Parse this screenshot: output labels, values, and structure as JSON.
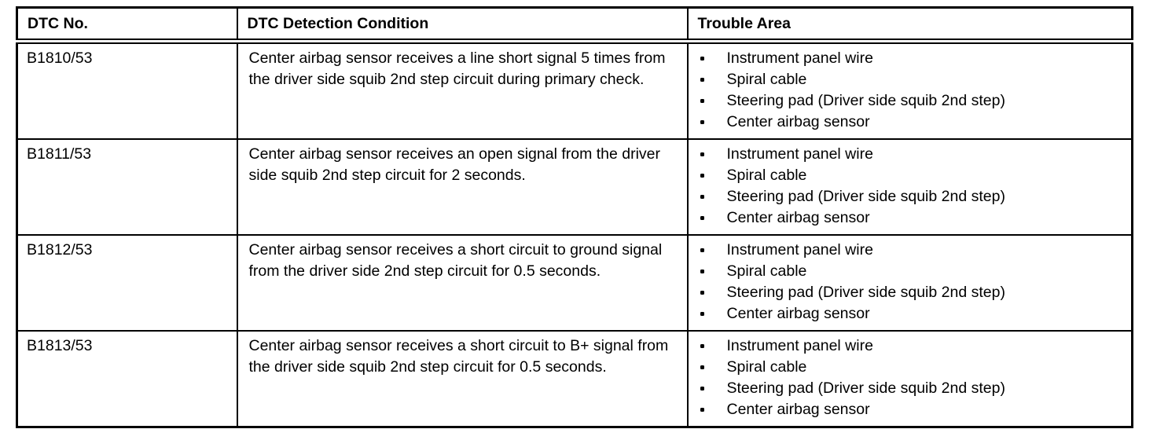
{
  "colors": {
    "background": "#ffffff",
    "text": "#000000",
    "border": "#000000"
  },
  "table": {
    "columns": [
      {
        "label": "DTC No."
      },
      {
        "label": "DTC Detection Condition"
      },
      {
        "label": "Trouble Area"
      }
    ],
    "rows": [
      {
        "dtc_no": "B1810/53",
        "detection_condition": "Center airbag sensor receives a line short signal 5 times from the driver side squib 2nd step circuit during primary check.",
        "trouble_areas": [
          "Instrument panel wire",
          "Spiral cable",
          "Steering pad (Driver side squib 2nd step)",
          "Center airbag sensor"
        ]
      },
      {
        "dtc_no": "B1811/53",
        "detection_condition": "Center airbag sensor receives an open signal from the driver side squib 2nd step circuit for 2 seconds.",
        "trouble_areas": [
          "Instrument panel wire",
          "Spiral cable",
          "Steering pad (Driver side squib 2nd step)",
          "Center airbag sensor"
        ]
      },
      {
        "dtc_no": "B1812/53",
        "detection_condition": "Center airbag sensor receives a short circuit to ground signal from the driver side 2nd step circuit for 0.5 seconds.",
        "trouble_areas": [
          "Instrument panel wire",
          "Spiral cable",
          "Steering pad (Driver side squib 2nd step)",
          "Center airbag sensor"
        ]
      },
      {
        "dtc_no": "B1813/53",
        "detection_condition": "Center airbag sensor receives a short circuit to B+ signal from the driver side squib 2nd step circuit for 0.5 seconds.",
        "trouble_areas": [
          "Instrument panel wire",
          "Spiral cable",
          "Steering pad (Driver side squib 2nd step)",
          "Center airbag sensor"
        ]
      }
    ]
  }
}
